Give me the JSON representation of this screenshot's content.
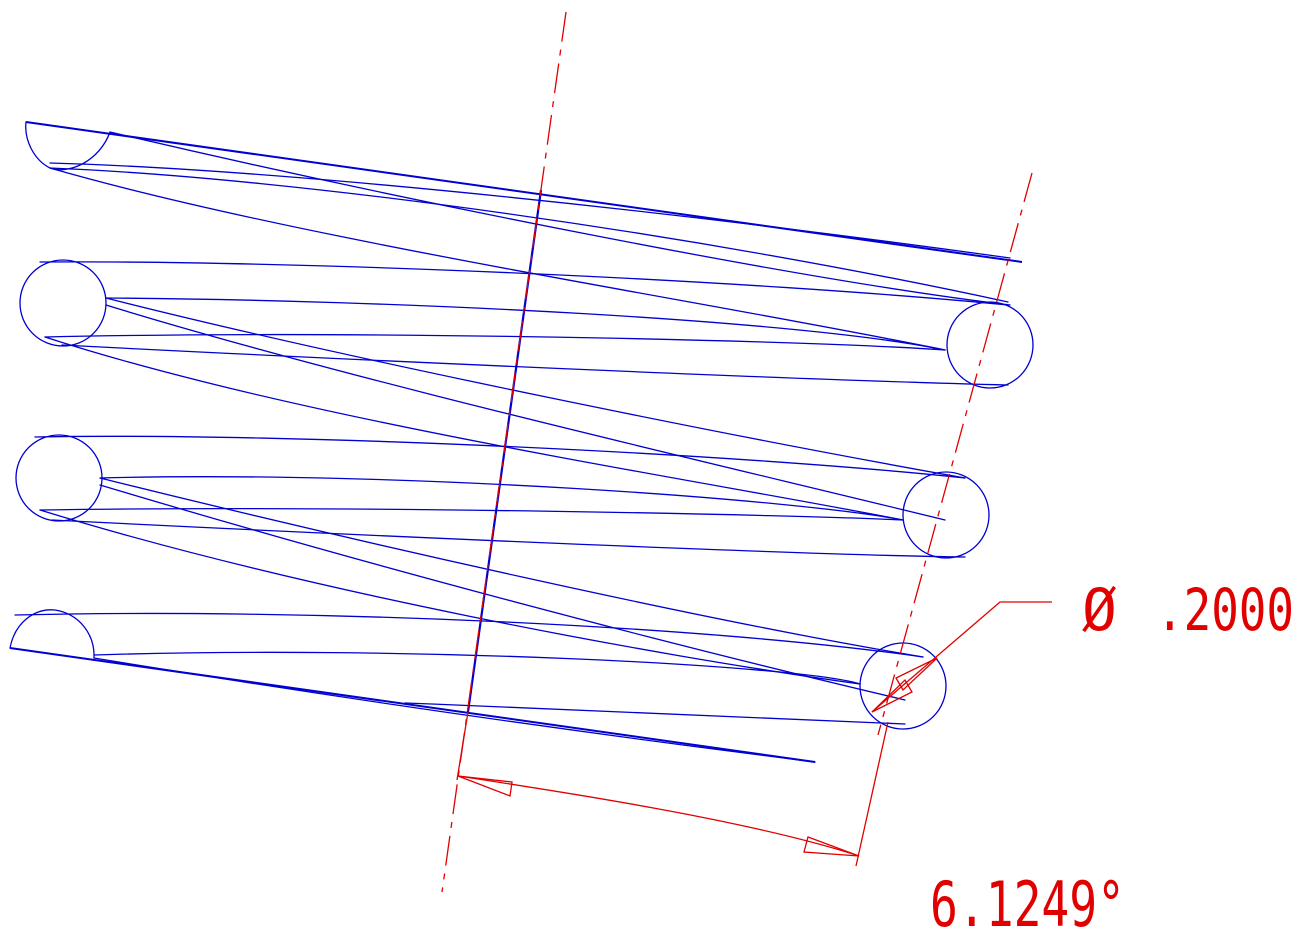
{
  "drawing": {
    "type": "helical compression spring, front view",
    "colors": {
      "geometry": "#0000d0",
      "annotation": "#e00000",
      "background": "#ffffff"
    }
  },
  "annotations": {
    "wire_diameter": {
      "symbol": "Ø",
      "value": ".2000"
    },
    "angle": {
      "value": "6.1249°"
    }
  }
}
